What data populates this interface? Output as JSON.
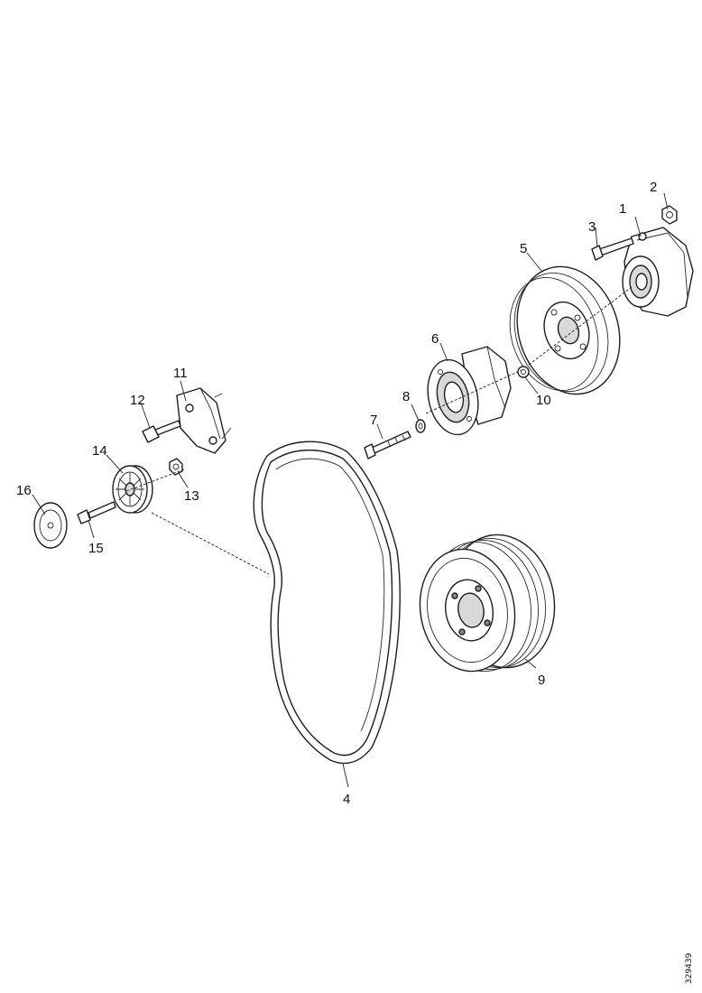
{
  "callouts": {
    "c1": "1",
    "c2": "2",
    "c3": "3",
    "c4": "4",
    "c5": "5",
    "c6": "6",
    "c7": "7",
    "c8": "8",
    "c9": "9",
    "c10": "10",
    "c11": "11",
    "c12": "12",
    "c13": "13",
    "c14": "14",
    "c15": "15",
    "c16": "16"
  },
  "doc_id": "329439",
  "parts": {
    "p1": "bracket",
    "p2": "nut",
    "p3": "bolt",
    "p4": "drive-belt",
    "p5": "pulley",
    "p6": "tensioner",
    "p7": "bolt",
    "p8": "washer",
    "p9": "crankshaft-pulley",
    "p10": "washer",
    "p11": "bracket",
    "p12": "bolt",
    "p13": "nut",
    "p14": "idler-pulley",
    "p15": "bolt",
    "p16": "cover"
  }
}
